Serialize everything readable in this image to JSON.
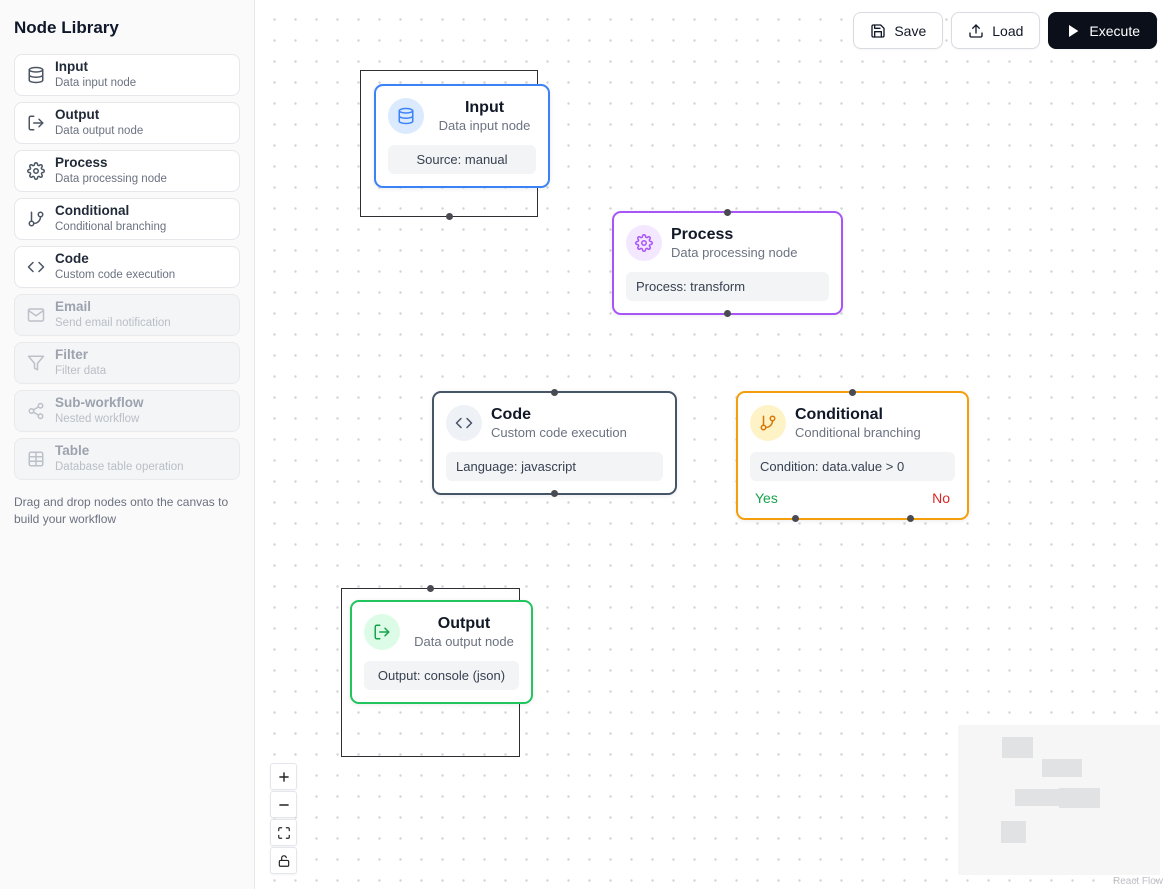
{
  "sidebar": {
    "title": "Node Library",
    "items": [
      {
        "label": "Input",
        "desc": "Data input node",
        "icon": "database-icon",
        "enabled": true
      },
      {
        "label": "Output",
        "desc": "Data output node",
        "icon": "export-icon",
        "enabled": true
      },
      {
        "label": "Process",
        "desc": "Data processing node",
        "icon": "gear-icon",
        "enabled": true
      },
      {
        "label": "Conditional",
        "desc": "Conditional branching",
        "icon": "branch-icon",
        "enabled": true
      },
      {
        "label": "Code",
        "desc": "Custom code execution",
        "icon": "code-icon",
        "enabled": true
      },
      {
        "label": "Email",
        "desc": "Send email notification",
        "icon": "email-icon",
        "enabled": false
      },
      {
        "label": "Filter",
        "desc": "Filter data",
        "icon": "filter-icon",
        "enabled": false
      },
      {
        "label": "Sub-workflow",
        "desc": "Nested workflow",
        "icon": "subworkflow-icon",
        "enabled": false
      },
      {
        "label": "Table",
        "desc": "Database table operation",
        "icon": "table-icon",
        "enabled": false
      }
    ],
    "hint": "Drag and drop nodes onto the canvas to build your workflow"
  },
  "toolbar": {
    "save_label": "Save",
    "load_label": "Load",
    "execute_label": "Execute"
  },
  "canvas": {
    "nodes": [
      {
        "title": "Input",
        "subtitle": "Data input node",
        "detail": "Source: manual",
        "color": "#3b82f6",
        "selected": true,
        "icon": "database-icon"
      },
      {
        "title": "Process",
        "subtitle": "Data processing node",
        "detail": "Process: transform",
        "color": "#a855f7",
        "selected": false,
        "icon": "gear-icon"
      },
      {
        "title": "Code",
        "subtitle": "Custom code execution",
        "detail": "Language: javascript",
        "color": "#475569",
        "selected": false,
        "icon": "code-icon"
      },
      {
        "title": "Conditional",
        "subtitle": "Conditional branching",
        "detail": "Condition: data.value > 0",
        "color": "#f59e0b",
        "selected": false,
        "icon": "branch-icon",
        "yes_label": "Yes",
        "no_label": "No",
        "yes_color": "#16a34a",
        "no_color": "#dc2626"
      },
      {
        "title": "Output",
        "subtitle": "Data output node",
        "detail": "Output: console (json)",
        "color": "#22c55e",
        "selected": true,
        "icon": "export-icon"
      }
    ],
    "attribution": "React Flow"
  },
  "colors": {
    "execute_button_bg": "#0b0f19",
    "canvas_dot": "#d4d4d8",
    "node_detail_bg": "#f3f4f6"
  }
}
